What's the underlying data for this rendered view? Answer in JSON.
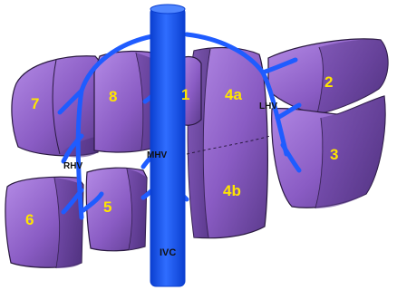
{
  "colors": {
    "segment_fill": "#8a5cc4",
    "segment_dark": "#5b3a8c",
    "segment_edge": "#2a1a40",
    "vein": "#1f5cff",
    "vein_dark": "#0b3fd0",
    "number": "#ffe600",
    "label": "#111111"
  },
  "segments": {
    "s1": "1",
    "s2": "2",
    "s3": "3",
    "s4a": "4a",
    "s4b": "4b",
    "s5": "5",
    "s6": "6",
    "s7": "7",
    "s8": "8"
  },
  "veins": {
    "rhv": "RHV",
    "mhv": "MHV",
    "lhv": "LHV",
    "ivc": "IVC"
  }
}
